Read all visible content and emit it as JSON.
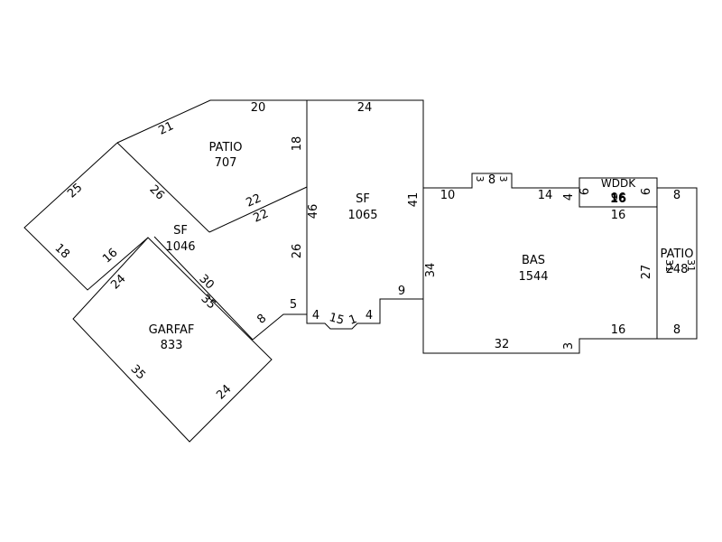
{
  "areas": {
    "patio_top": {
      "code": "PATIO",
      "area": "707"
    },
    "sf_left": {
      "code": "SF",
      "area": "1046"
    },
    "sf_center": {
      "code": "SF",
      "area": "1065"
    },
    "garage": {
      "code": "GARFAF",
      "area": "833"
    },
    "bas": {
      "code": "BAS",
      "area": "1544"
    },
    "wddk": {
      "code": "WDDK",
      "area": "96"
    },
    "patio_right": {
      "code": "PATIO",
      "area": "248"
    }
  },
  "dims": {
    "patio_top_20": "20",
    "patio_top_21": "21",
    "patio_top_18": "18",
    "patio_top_26": "26",
    "patio_top_22": "22",
    "sf_left_25": "25",
    "sf_left_18": "18",
    "sf_left_16": "16",
    "sf_left_22": "22",
    "sf_left_26": "26",
    "sf_left_30": "30",
    "sf_left_8": "8",
    "sf_left_5": "5",
    "garage_24a": "24",
    "garage_35a": "35",
    "garage_35b": "35",
    "garage_24b": "24",
    "sf_center_24": "24",
    "sf_center_41": "41",
    "sf_center_46": "46",
    "sf_center_9": "9",
    "sf_center_4a": "4",
    "sf_center_15": "15",
    "sf_center_1": "1",
    "sf_center_4b": "4",
    "bas_10": "10",
    "bas_3a": "3",
    "bas_8": "8",
    "bas_3b": "3",
    "bas_14": "14",
    "bas_4": "4",
    "bas_34": "34",
    "bas_32": "32",
    "bas_3c": "3",
    "bas_16": "16",
    "bas_27": "27",
    "wddk_6a": "6",
    "wddk_16": "16",
    "wddk_6b": "6",
    "wddk_16b": "16",
    "patio_r_8a": "8",
    "patio_r_31a": "31",
    "patio_r_31b": "31",
    "patio_r_8b": "8"
  }
}
